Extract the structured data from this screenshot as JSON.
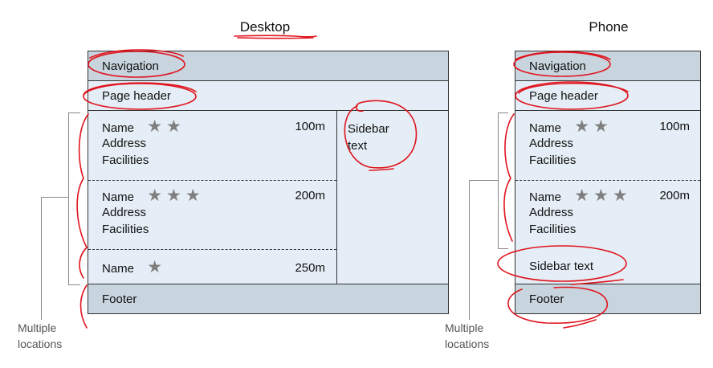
{
  "desktop": {
    "title": "Desktop",
    "navigation": "Navigation",
    "page_header": "Page header",
    "sidebar": {
      "line1": "Sidebar",
      "line2": "text"
    },
    "items": [
      {
        "name": "Name",
        "stars": 2,
        "distance": "100m",
        "address": "Address",
        "facilities": "Facilities"
      },
      {
        "name": "Name",
        "stars": 3,
        "distance": "200m",
        "address": "Address",
        "facilities": "Facilities"
      },
      {
        "name": "Name",
        "stars": 1,
        "distance": "250m"
      }
    ],
    "footer": "Footer",
    "caption": {
      "line1": "Multiple",
      "line2": "locations"
    }
  },
  "phone": {
    "title": "Phone",
    "navigation": "Navigation",
    "page_header": "Page header",
    "items": [
      {
        "name": "Name",
        "stars": 2,
        "distance": "100m",
        "address": "Address",
        "facilities": "Facilities"
      },
      {
        "name": "Name",
        "stars": 3,
        "distance": "200m",
        "address": "Address",
        "facilities": "Facilities"
      }
    ],
    "sidebar_text": "Sidebar text",
    "footer": "Footer",
    "caption": {
      "line1": "Multiple",
      "line2": "locations"
    }
  },
  "colors": {
    "nav_bar": "#c8d5de",
    "content": "#e5eef6",
    "star": "#7f7f7f",
    "annotation": "#e0141e"
  },
  "star_glyph": "★"
}
